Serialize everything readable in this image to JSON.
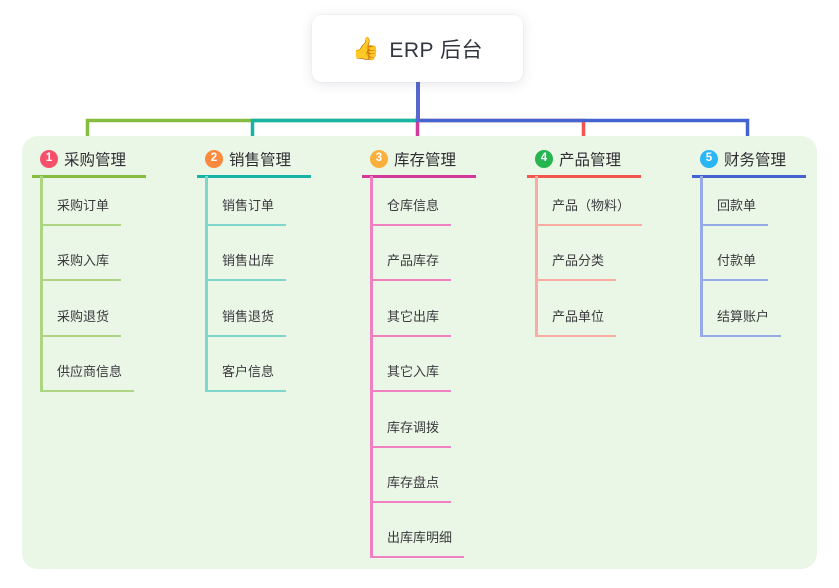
{
  "root": {
    "icon": "👍",
    "label": "ERP 后台"
  },
  "connector": {
    "root_stub_color": "#5767cd"
  },
  "branches": [
    {
      "num": "1",
      "label": "采购管理",
      "badge_color": "#f7506b",
      "line_color": "#84bd3f",
      "child_line_color": "#aed584",
      "children": [
        "采购订单",
        "采购入库",
        "采购退货",
        "供应商信息"
      ]
    },
    {
      "num": "2",
      "label": "销售管理",
      "badge_color": "#fa8a3d",
      "line_color": "#17b3a6",
      "child_line_color": "#7fd6cb",
      "children": [
        "销售订单",
        "销售出库",
        "销售退货",
        "客户信息"
      ]
    },
    {
      "num": "3",
      "label": "库存管理",
      "badge_color": "#fbb03d",
      "line_color": "#d1399b",
      "child_line_color": "#f080bf",
      "children": [
        "仓库信息",
        "产品库存",
        "其它出库",
        "其它入库",
        "库存调拨",
        "库存盘点",
        "出库库明细"
      ]
    },
    {
      "num": "4",
      "label": "产品管理",
      "badge_color": "#27b550",
      "line_color": "#f2564d",
      "child_line_color": "#f9aba4",
      "children": [
        "产品（物料）",
        "产品分类",
        "产品单位"
      ]
    },
    {
      "num": "5",
      "label": "财务管理",
      "badge_color": "#2ab5f5",
      "line_color": "#4263d0",
      "child_line_color": "#96aae6",
      "children": [
        "回款单",
        "付款单",
        "结算账户"
      ]
    }
  ]
}
